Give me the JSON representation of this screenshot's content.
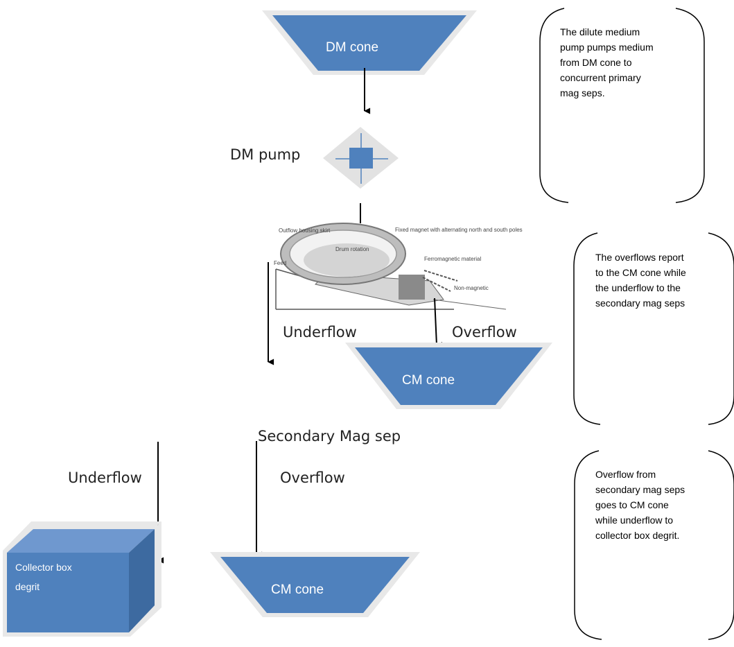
{
  "diagram": {
    "dm_cone_label": "DM cone",
    "dm_pump_label": "DM pump",
    "underflow_1": "Underflow",
    "overflow_1": "Overflow",
    "cm_cone_1_label": "CM cone",
    "secondary_mag_sep_label": "Secondary Mag sep",
    "underflow_2": "Underflow",
    "overflow_2": "Overflow",
    "collector_box_label": "Collector box\ndegrit",
    "cm_cone_2_label": "CM cone",
    "mag_sep_illustration": {
      "texts": [
        "Outflow housing skirt",
        "Feed",
        "Drum rotation",
        "Fixed magnet with alternating north and south poles",
        "Ferromagnetic material",
        "Non-magnetic"
      ]
    }
  },
  "notes": {
    "note_1": "The dilute medium\npump pumps medium\nfrom DM cone to\nconcurrent primary\nmag seps.",
    "note_2": "The overflows report\nto the CM cone while\nthe underflow to the\nsecondary mag seps",
    "note_3": "Overflow from\nsecondary mag seps\ngoes to CM cone\nwhile underflow to\ncollector box degrit."
  },
  "colors": {
    "shape_fill": "#4f81bd",
    "shape_border": "#e6e6e6",
    "box_top": "#6f98cf",
    "box_side": "#3d6aa0"
  }
}
